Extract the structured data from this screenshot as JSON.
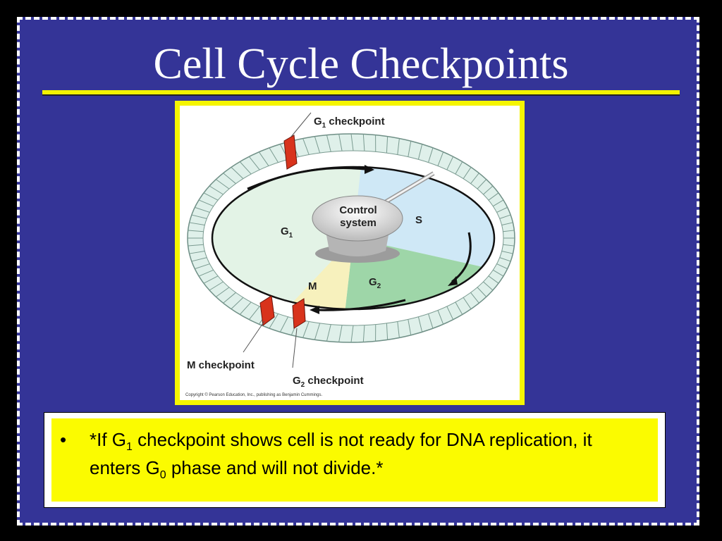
{
  "slide": {
    "title": "Cell Cycle Checkpoints",
    "colors": {
      "background": "#343497",
      "title_rule": "#f2f200",
      "diagram_border": "#f5f500",
      "note_fill": "#fbfb00"
    }
  },
  "diagram": {
    "center_label_line1": "Control",
    "center_label_line2": "system",
    "phase_g": "G",
    "phase_g1_sub": "1",
    "phase_s": "S",
    "phase_g2_sub": "2",
    "phase_m": "M",
    "g1_checkpoint_g": "G",
    "g1_checkpoint_sub": "1",
    "g1_checkpoint_text": " checkpoint",
    "m_checkpoint": "M checkpoint",
    "g2_checkpoint_g": "G",
    "g2_checkpoint_sub": "2",
    "g2_checkpoint_text": " checkpoint",
    "copyright": "Copyright © Pearson Education, Inc., publishing as Benjamin Cummings."
  },
  "note": {
    "bullet": "•",
    "part1": "*If G",
    "sub1": "1",
    "part2": " checkpoint shows cell is not ready for DNA replication, it enters G",
    "sub2": "0",
    "part3": " phase and will not divide.*"
  }
}
